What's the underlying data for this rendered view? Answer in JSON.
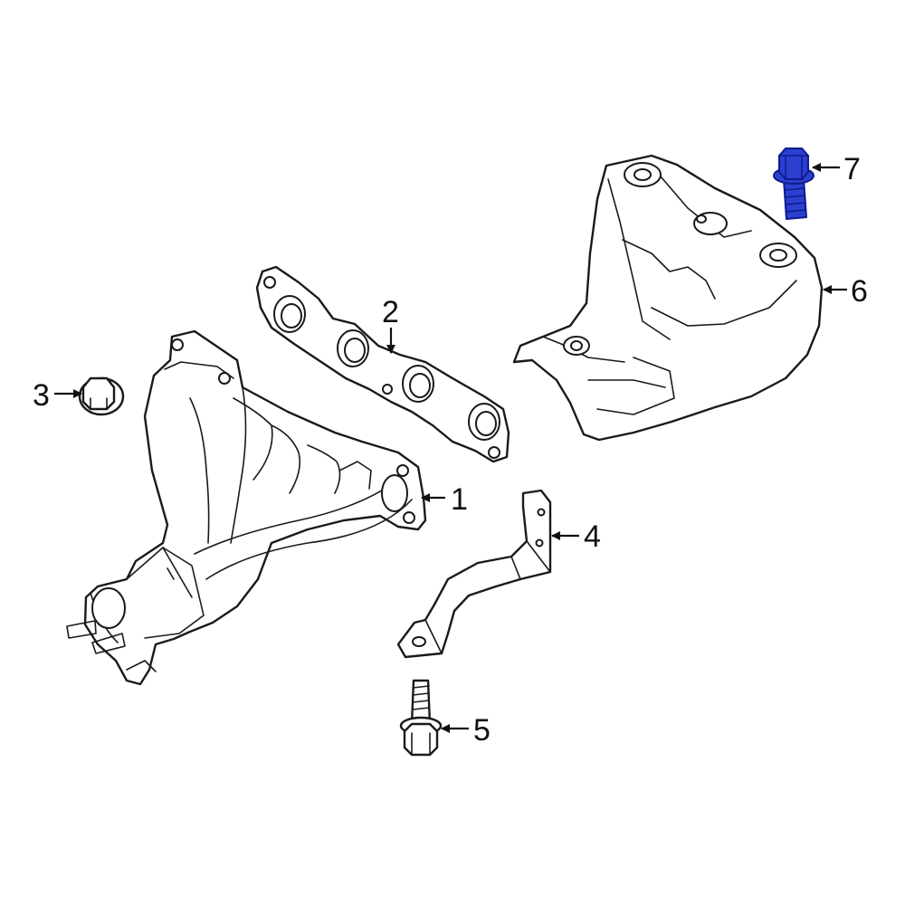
{
  "callouts": {
    "c1": "1",
    "c2": "2",
    "c3": "3",
    "c4": "4",
    "c5": "5",
    "c6": "6",
    "c7": "7"
  },
  "colors": {
    "line": "#1a1a1a",
    "highlight_fill": "#2b3fd1",
    "highlight_stroke": "#0d1b8c",
    "background": "#ffffff"
  }
}
